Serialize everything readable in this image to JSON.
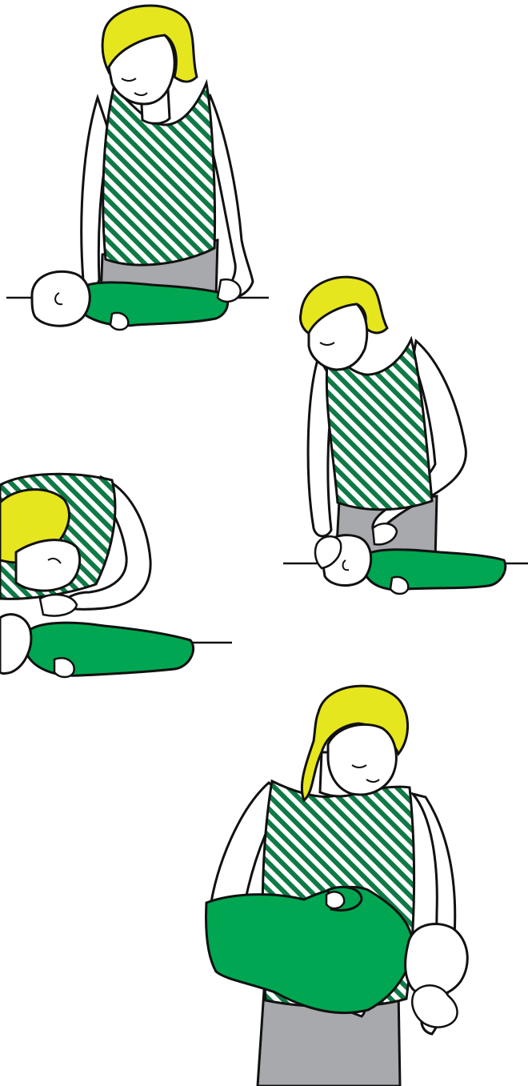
{
  "palette": {
    "outline": "#111111",
    "skin": "#ffffff",
    "hair": "#e6e61e",
    "vest_stripe": "#0f7a45",
    "vest_base": "#ffffff",
    "trousers": "#a7a9ac",
    "baby_suit": "#00a651"
  },
  "scenes": [
    {
      "id": "rescuer-kneeling-over-infant-on-floor",
      "icons": [
        "rescuer-icon",
        "infant-icon",
        "floor-line"
      ]
    },
    {
      "id": "rescuer-checking-infant-head-tilt",
      "icons": [
        "rescuer-icon",
        "infant-icon",
        "floor-line"
      ]
    },
    {
      "id": "rescuer-giving-rescue-breaths",
      "icons": [
        "rescuer-icon",
        "infant-icon",
        "floor-line"
      ]
    },
    {
      "id": "rescuer-carrying-infant-on-forearm",
      "icons": [
        "rescuer-icon",
        "infant-icon"
      ]
    }
  ]
}
